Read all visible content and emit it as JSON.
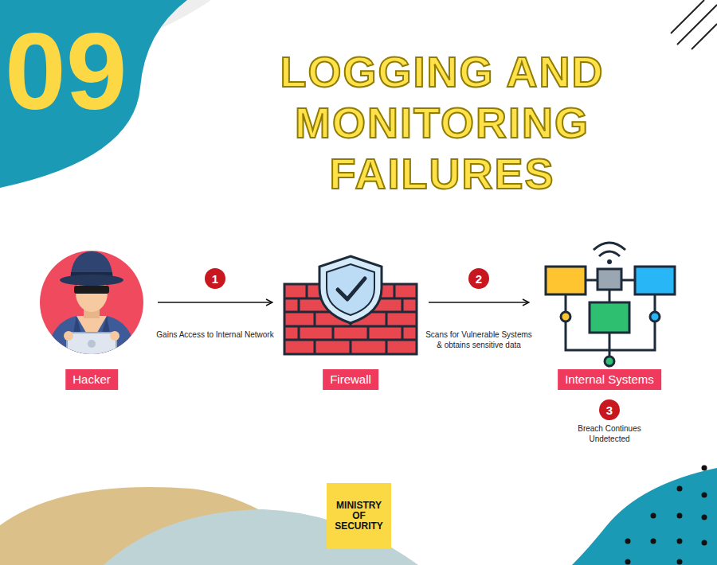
{
  "diagram": {
    "title": "LOGGING AND MONITORING FAILURES",
    "nodes": [
      {
        "text": [
          "Hacker"
        ]
      },
      {
        "text": [
          "Firewall"
        ]
      },
      {
        "text": [
          "Internal Systems"
        ]
      },
      {
        "text": [
          "MINISTRY OF SECURITY"
        ]
      }
    ],
    "edges": [
      {
        "from": 0,
        "to": 1,
        "arrow": "to",
        "label": "Gains Access to Internal Network"
      },
      {
        "from": 1,
        "to": 2,
        "arrow": "to",
        "label": "Scans for Vulnerable Systems & obtains sensitive data"
      }
    ],
    "labels": [
      "09",
      "1",
      "2",
      "3",
      "Breach Continues Undetected"
    ]
  }
}
